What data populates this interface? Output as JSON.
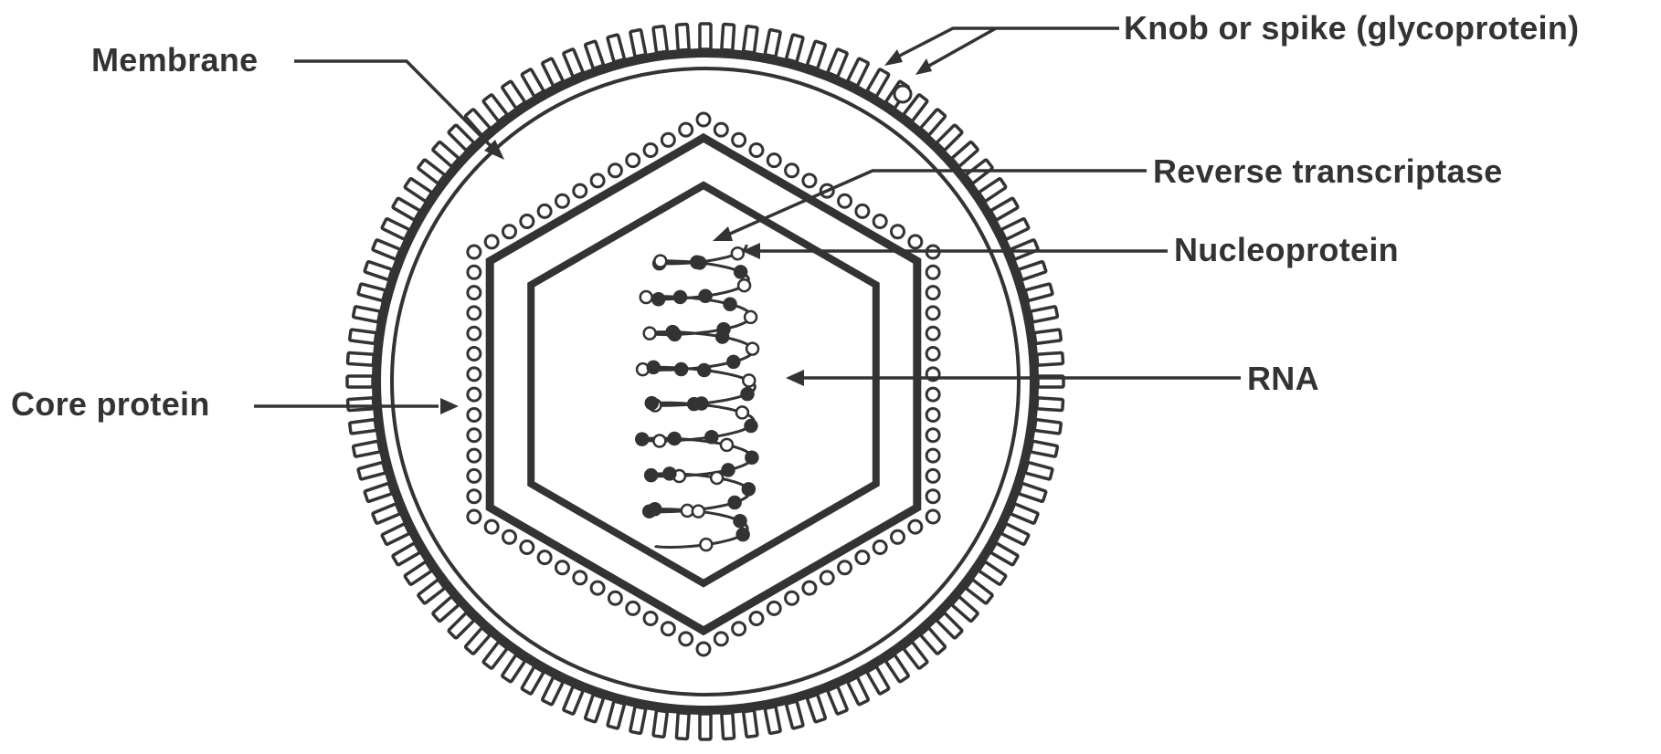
{
  "labels": {
    "membrane": "Membrane",
    "knob": "Knob or spike (glycoprotein)",
    "reverse_transcriptase": "Reverse transcriptase",
    "nucleoprotein": "Nucleoprotein",
    "rna": "RNA",
    "core_protein": "Core protein"
  },
  "colors": {
    "ink": "#333333",
    "background": "#ffffff"
  }
}
